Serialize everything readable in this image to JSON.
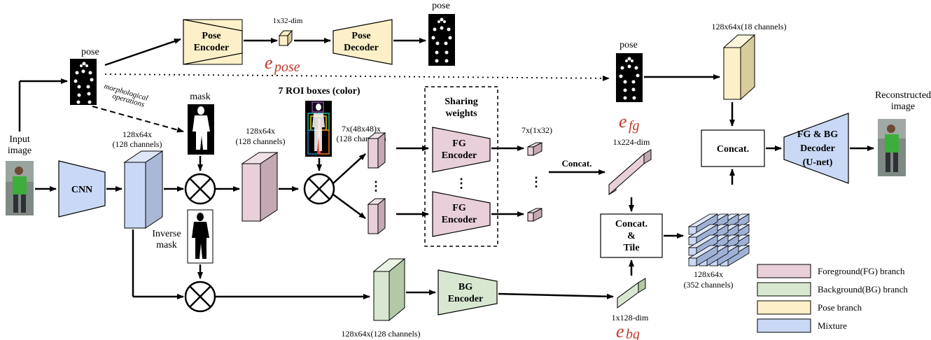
{
  "colors": {
    "fg": "#e8cfd9",
    "bg": "#d8e8d0",
    "pose": "#fdf0c8",
    "mixture": "#c9d8f4",
    "red": "#c0392b"
  },
  "labels": {
    "pose_top": "pose",
    "pose_left": "pose",
    "pose_right": "pose",
    "pose_encoder_l1": "Pose",
    "pose_encoder_l2": "Encoder",
    "pose_decoder_l1": "Pose",
    "pose_decoder_l2": "Decoder",
    "dim_1x32": "1x32-dim",
    "e_pose": "e",
    "e_pose_sub": "pose",
    "morph_l1": "morphological",
    "morph_l2": "operations",
    "mask": "mask",
    "inverse_l1": "Inverse",
    "inverse_l2": "mask",
    "input_l1": "Input",
    "input_l2": "image",
    "cnn": "CNN",
    "feat1_l1": "128x64x",
    "feat1_l2": "(128 channels)",
    "feat2_l1": "128x64x",
    "feat2_l2": "(128 channels)",
    "roi_title": "7 ROI boxes (color)",
    "roi_feat_l1": "7x(48x48)x",
    "roi_feat_l2": "(128 channels)",
    "sharing_l1": "Sharing",
    "sharing_l2": "weights",
    "fg_enc_l1": "FG",
    "fg_enc_l2": "Encoder",
    "fg_enc2_l1": "FG",
    "fg_enc2_l2": "Encoder",
    "dim_7x": "7x(1x32)",
    "concat_lbl": "Concat.",
    "e_fg": "e",
    "e_fg_sub": "fg",
    "dim_224": "1x224-dim",
    "bg_enc_l1": "BG",
    "bg_enc_l2": "Encoder",
    "bg_feat": "128x64x(128 channels)",
    "dim_128": "1x128-dim",
    "e_bg": "e",
    "e_bg_sub": "bg",
    "concat_tile_l1": "Concat.",
    "concat_tile_l2": "&",
    "concat_tile_l3": "Tile",
    "tensor_l1": "128x64x",
    "tensor_l2": "(352 channels)",
    "pose_feat": "128x64x(18 channels)",
    "concat_box": "Concat.",
    "decoder_l1": "FG & BG",
    "decoder_l2": "Decoder",
    "decoder_l3": "(U-net)",
    "recon_l1": "Reconstructed",
    "recon_l2": "image",
    "dots": "⋮"
  },
  "legend": [
    {
      "label": "Foreground(FG) branch",
      "color": "#e8cfd9"
    },
    {
      "label": "Background(BG) branch",
      "color": "#d8e8d0"
    },
    {
      "label": "Pose branch",
      "color": "#fdf0c8"
    },
    {
      "label": "Mixture",
      "color": "#c9d8f4"
    }
  ]
}
